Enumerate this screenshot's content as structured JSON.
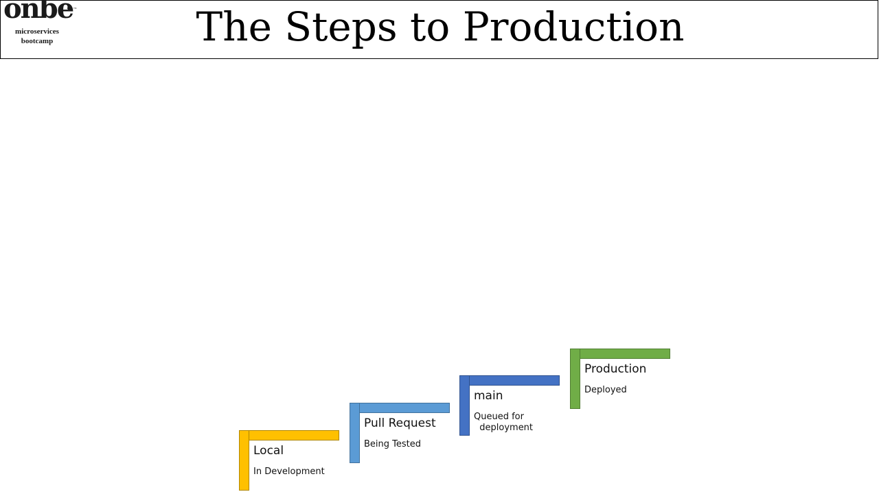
{
  "header": {
    "title": "The Steps to Production",
    "logo": {
      "word": "onbe",
      "line1": "microservices",
      "line2": "bootcamp"
    }
  },
  "steps": [
    {
      "label": "Local",
      "sub": "In Development",
      "color": "#FFC000",
      "border": "#B08600"
    },
    {
      "label": "Pull Request",
      "sub": "Being Tested",
      "color": "#5B9BD5",
      "border": "#41719C"
    },
    {
      "label": "main",
      "sub": "Queued for\n  deployment",
      "color": "#4472C4",
      "border": "#2F528F"
    },
    {
      "label": "Production",
      "sub": "Deployed",
      "color": "#70AD47",
      "border": "#507E32"
    }
  ]
}
